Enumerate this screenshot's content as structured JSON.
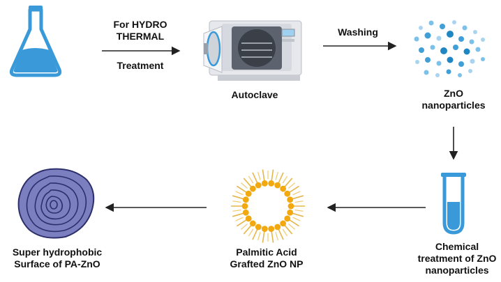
{
  "step1": {
    "line1": "For HYDRO",
    "line2": "THERMAL",
    "line3": "Treatment"
  },
  "step2": {
    "label": "Washing"
  },
  "autoclave": {
    "label": "Autoclave"
  },
  "zno": {
    "line1": "ZnO",
    "line2": "nanoparticles"
  },
  "chemical": {
    "line1": "Chemical",
    "line2": "treatment of ZnO",
    "line3": "nanoparticles"
  },
  "palmitic": {
    "line1": "Palmitic Acid",
    "line2": "Grafted ZnO NP"
  },
  "surface": {
    "line1": "Super hydrophobic",
    "line2": "Surface of PA-ZnO"
  },
  "colors": {
    "liquid": "#3a9ad9",
    "gold": "#f2b21a",
    "surface": "#7b7fc0",
    "arrow": "#222222"
  }
}
